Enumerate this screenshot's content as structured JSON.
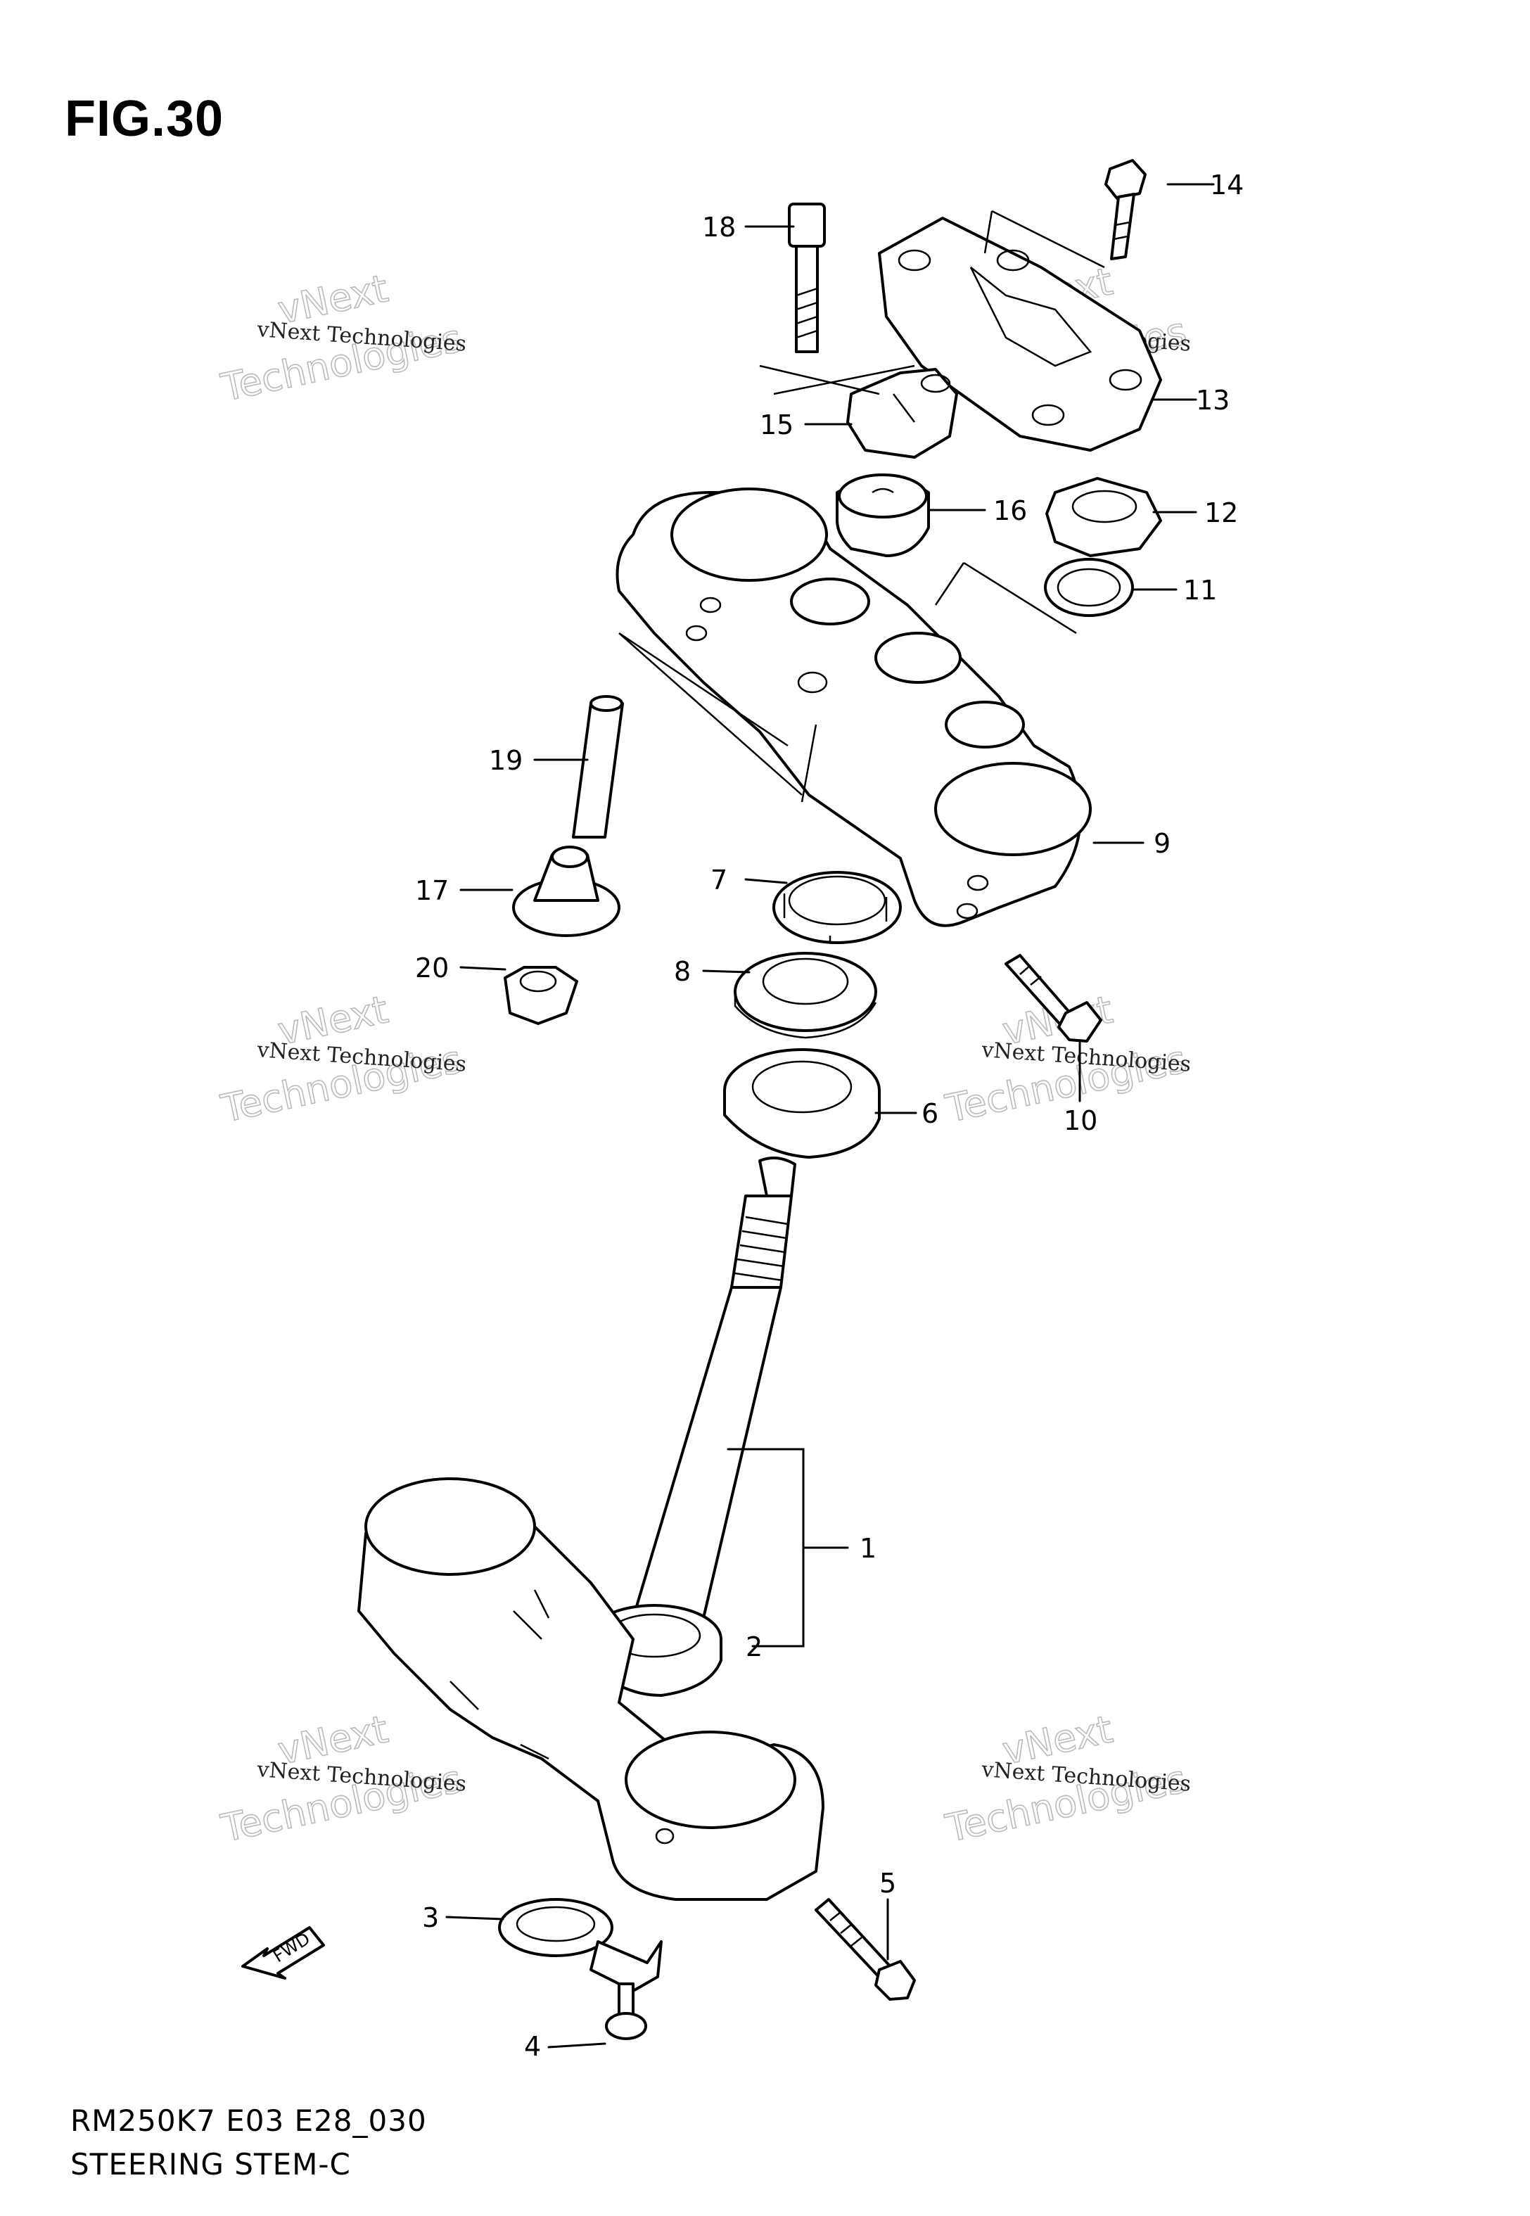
{
  "figure": {
    "title": "FIG.30",
    "model_code": "RM250K7 E03 E28_030",
    "caption": "STEERING STEM-C"
  },
  "watermark": {
    "line1": "vNext Technologies",
    "line2": "Technologies",
    "line3": "vNext"
  },
  "fwd_label": "FWD",
  "callouts": [
    "1",
    "2",
    "3",
    "4",
    "5",
    "6",
    "7",
    "8",
    "9",
    "10",
    "11",
    "12",
    "13",
    "14",
    "15",
    "16",
    "17",
    "18",
    "19",
    "20"
  ]
}
